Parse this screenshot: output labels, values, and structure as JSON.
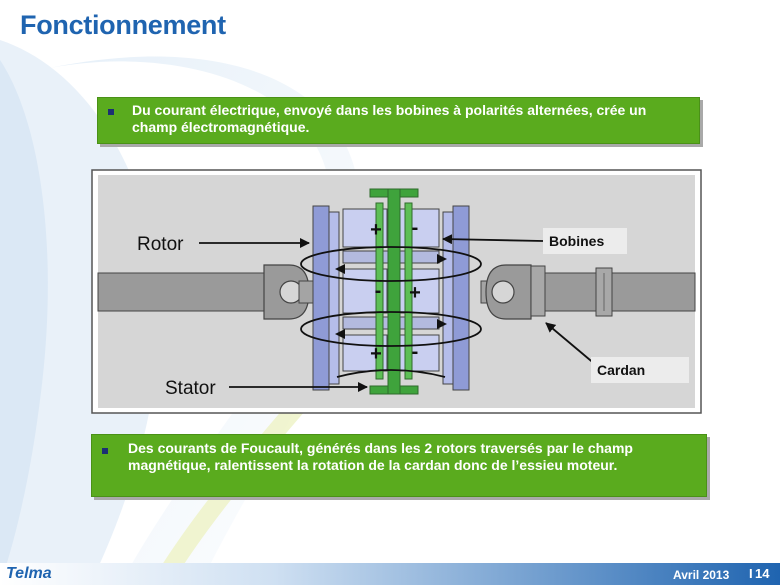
{
  "slide": {
    "title": "Fonctionnement"
  },
  "box1": {
    "text": "Du courant électrique,  envoyé dans les bobines  à polarités alternées, crée un champ électromagnétique."
  },
  "box2": {
    "text": "Des courants de Foucault, générés dans les 2 rotors traversés par le champ magnétique, ralentissent la rotation de la cardan donc de l’essieu moteur."
  },
  "diagram": {
    "labels": {
      "rotor": "Rotor",
      "stator": "Stator",
      "bobines": "Bobines",
      "cardan": "Cardan"
    },
    "polarity": {
      "row1": [
        "+",
        "-"
      ],
      "row2": [
        "-",
        "+"
      ],
      "row3": [
        "+",
        "-"
      ]
    }
  },
  "footer": {
    "logo": "Telma",
    "date": "Avril  2013",
    "separator": "I",
    "page": "14"
  },
  "colors": {
    "title": "#1f64b0",
    "box_green": "#5aab1e",
    "stator_green": "#3fa33c",
    "rotor_blue": "#9da8e0",
    "shaft_gray": "#9a9a9a",
    "footer_blue": "#1f64b0"
  }
}
